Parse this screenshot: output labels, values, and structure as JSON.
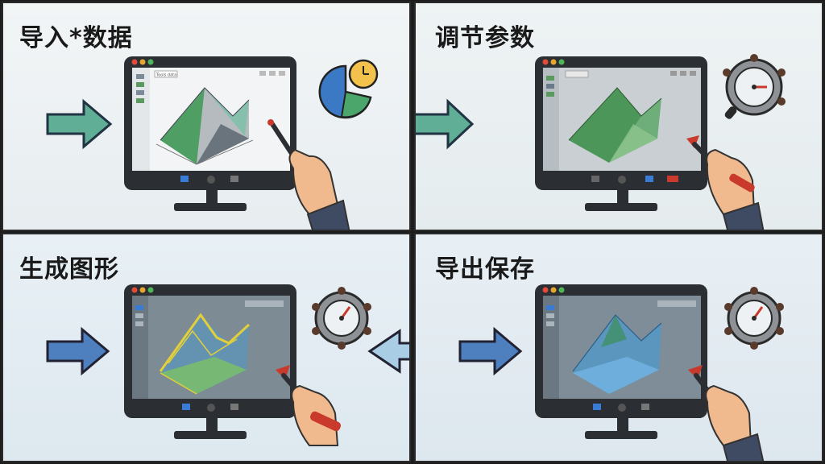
{
  "panels": [
    {
      "title": "导入*数据"
    },
    {
      "title": "调节参数"
    },
    {
      "title": "生成图形"
    },
    {
      "title": "导出保存"
    }
  ],
  "window_label": "Tools data",
  "colors": {
    "frame": "#2a2a2a",
    "monitor": "#2b2e33",
    "arrow_green": "#5fae95",
    "arrow_blue": "#4e7fbf",
    "arrow_light": "#a9cde4",
    "mesh_green": "#6fb26a",
    "mesh_blue": "#4f9ac9",
    "mesh_yellow": "#e2cf3a",
    "red_accent": "#c93a2c",
    "skin": "#f0b98e",
    "sleeve": "#3f4b63"
  },
  "icons": [
    "arrow-right-icon",
    "arrow-left-icon",
    "clock-pie-icon",
    "stopwatch-icon",
    "hand-stylus-icon",
    "monitor-icon"
  ]
}
